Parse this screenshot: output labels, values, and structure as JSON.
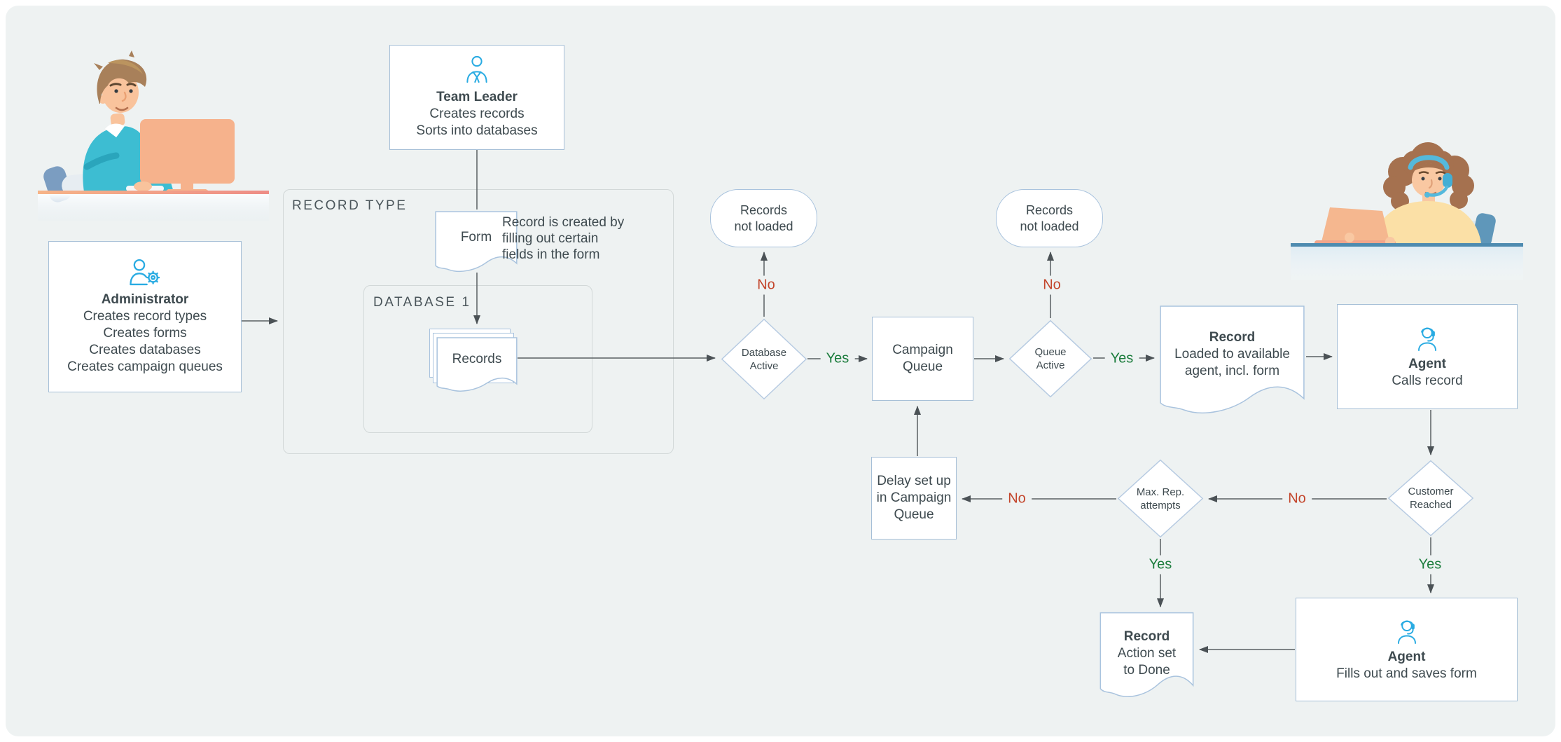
{
  "title": "Outbound call campaign record flow",
  "colors": {
    "panel_bg": "#eef2f2",
    "accent_blue": "#29abe2",
    "yes_green": "#1b7c3c",
    "no_red": "#c3452b",
    "box_border": "#a6bfd7",
    "doc_border": "#a9c3de",
    "container_border": "#d2d8d8",
    "connector": "#596063",
    "text": "#3e4a4f"
  },
  "containers": {
    "record_type": "RECORD TYPE",
    "database1": "DATABASE 1"
  },
  "nodes": {
    "team_leader": {
      "icon": "person-tie-icon",
      "title": "Team Leader",
      "lines": [
        "Creates records",
        "Sorts into databases"
      ]
    },
    "administrator": {
      "icon": "person-gear-icon",
      "title": "Administrator",
      "lines": [
        "Creates record types",
        "Creates forms",
        "Creates databases",
        "Creates campaign queues"
      ]
    },
    "form": {
      "label": "Form"
    },
    "form_note": {
      "lines": [
        "Record is created by",
        "filling out certain",
        "fields in the form"
      ]
    },
    "records": {
      "label": "Records"
    },
    "database_active": {
      "lines": [
        "Database",
        "Active"
      ]
    },
    "records_not_loaded_1": {
      "lines": [
        "Records",
        "not loaded"
      ]
    },
    "campaign_queue": {
      "lines": [
        "Campaign",
        "Queue"
      ]
    },
    "queue_active": {
      "lines": [
        "Queue",
        "Active"
      ]
    },
    "records_not_loaded_2": {
      "lines": [
        "Records",
        "not loaded"
      ]
    },
    "record_loaded": {
      "title": "Record",
      "lines": [
        "Loaded to available",
        "agent, incl. form"
      ]
    },
    "agent_calls": {
      "icon": "agent-headset-icon",
      "title": "Agent",
      "lines": [
        "Calls record"
      ]
    },
    "customer_reached": {
      "lines": [
        "Customer",
        "Reached"
      ]
    },
    "max_rep_attempts": {
      "lines": [
        "Max. Rep.",
        "attempts"
      ]
    },
    "delay": {
      "lines": [
        "Delay set up",
        "in Campaign",
        "Queue"
      ]
    },
    "record_done": {
      "title": "Record",
      "lines": [
        "Action set",
        "to Done"
      ]
    },
    "agent_fills": {
      "icon": "agent-headset-icon",
      "title": "Agent",
      "lines": [
        "Fills out and saves form"
      ]
    }
  },
  "edge_labels": {
    "yes": "Yes",
    "no": "No"
  },
  "edges": [
    {
      "from": "team_leader",
      "to": "form"
    },
    {
      "from": "form",
      "to": "records"
    },
    {
      "from": "administrator",
      "to": "record_type"
    },
    {
      "from": "records",
      "to": "database_active"
    },
    {
      "from": "database_active",
      "to": "records_not_loaded_1",
      "label": "No"
    },
    {
      "from": "database_active",
      "to": "campaign_queue",
      "label": "Yes"
    },
    {
      "from": "campaign_queue",
      "to": "queue_active"
    },
    {
      "from": "queue_active",
      "to": "records_not_loaded_2",
      "label": "No"
    },
    {
      "from": "queue_active",
      "to": "record_loaded",
      "label": "Yes"
    },
    {
      "from": "record_loaded",
      "to": "agent_calls"
    },
    {
      "from": "agent_calls",
      "to": "customer_reached"
    },
    {
      "from": "customer_reached",
      "to": "max_rep_attempts",
      "label": "No"
    },
    {
      "from": "max_rep_attempts",
      "to": "delay",
      "label": "No"
    },
    {
      "from": "delay",
      "to": "campaign_queue"
    },
    {
      "from": "max_rep_attempts",
      "to": "record_done",
      "label": "Yes"
    },
    {
      "from": "customer_reached",
      "to": "agent_fills",
      "label": "Yes"
    },
    {
      "from": "agent_fills",
      "to": "record_done"
    }
  ],
  "illustrations": {
    "left": "administrator working at desktop computer",
    "right": "support agent with headset at laptop"
  }
}
